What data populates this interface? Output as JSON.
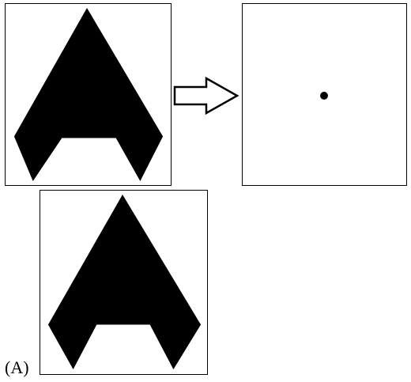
{
  "option": {
    "label": "(A)"
  },
  "colors": {
    "shape_fill": "#000000",
    "panel_border": "#000000",
    "arrow_fill": "#ffffff",
    "arrow_stroke": "#000000",
    "background": "#ffffff"
  },
  "icons": {
    "transform_arrow": "right-arrow-outline",
    "target_marker": "dot"
  }
}
